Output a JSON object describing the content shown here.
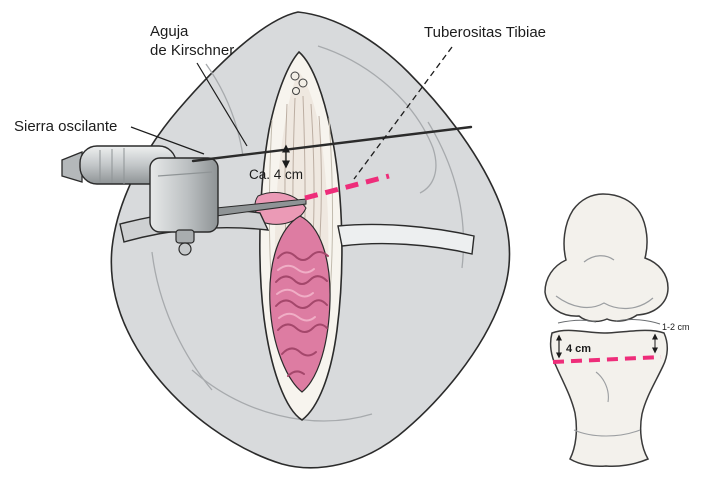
{
  "colors": {
    "accent": "#ee2d7a"
  },
  "labels": {
    "saw": "Sierra oscilante",
    "kirschner_1": "Aguja",
    "kirschner_2": "de Kirschner",
    "tuberositas": "Tuberositas Tibiae",
    "distance_main": "Ca. 4 cm"
  },
  "inset": {
    "distance_upper": "1-2 cm",
    "distance_lower": "4 cm"
  }
}
